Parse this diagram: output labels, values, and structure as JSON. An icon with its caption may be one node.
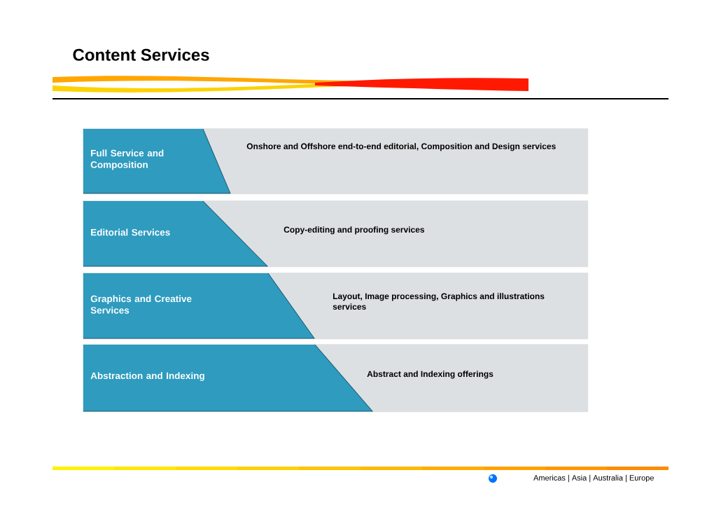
{
  "diagram": {
    "title": "Content Services",
    "nodes": [
      {
        "text": [
          "Onshore and Offshore end-to-end editorial,  Composition and Design services"
        ]
      },
      {
        "text": [
          "Full Service and Composition"
        ],
        "in": 0
      },
      {
        "text": [
          "Copy-editing and proofing services"
        ]
      },
      {
        "text": [
          "Editorial Services"
        ],
        "in": 2
      },
      {
        "text": [
          "Layout, Image processing, Graphics and illustrations  services"
        ]
      },
      {
        "text": [
          "Graphics and Creative Services"
        ],
        "in": 4
      },
      {
        "text": [
          "Abstract and Indexing offerings"
        ]
      },
      {
        "text": [
          "Abstraction and Indexing"
        ],
        "in": 6
      }
    ],
    "labels": [
      "Americas | Asia | Australia | Europe"
    ]
  }
}
